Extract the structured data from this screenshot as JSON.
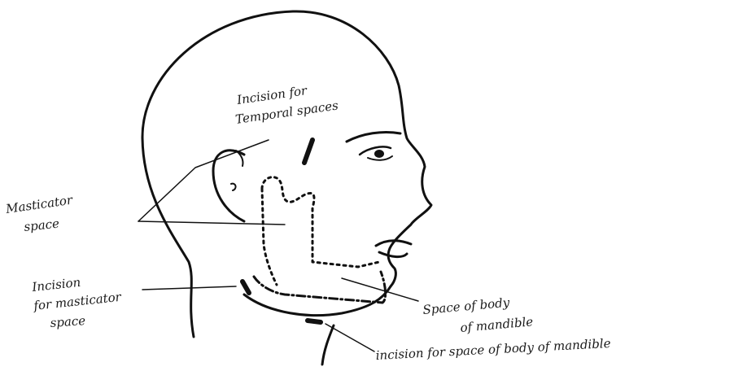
{
  "labels": {
    "temporal_line1": "Incision for",
    "temporal_line2": "Temporal spaces",
    "masticator_line1": "Masticator",
    "masticator_line2": "space",
    "incision_masticator_line1": "Incision",
    "incision_masticator_line2": "for masticator",
    "incision_masticator_line3": "space",
    "space_body_line1": "Space of body",
    "space_body_line2": "of mandible",
    "incision_body": "incision for space of body of mandible"
  },
  "colors": {
    "ink": "#111111",
    "paper": "#ffffff"
  }
}
